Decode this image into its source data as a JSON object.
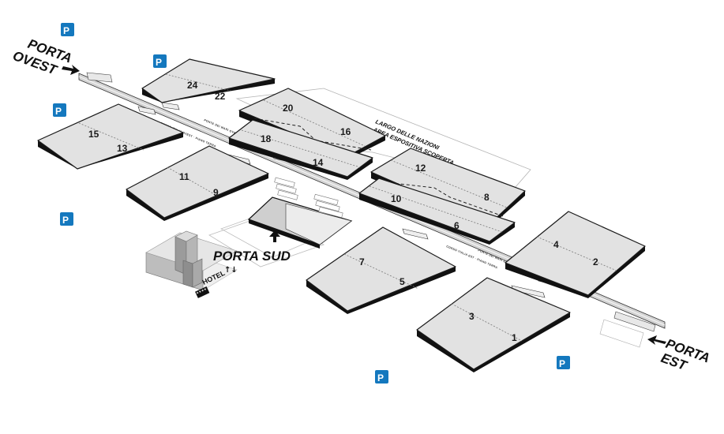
{
  "gates": {
    "ovest": [
      "PORTA",
      "OVEST"
    ],
    "sud": [
      "PORTA SUD",
      "↑↓"
    ],
    "est": [
      "PORTA",
      "EST"
    ]
  },
  "corridors": {
    "ovest": "CORSO ITALIA OVEST · PIANO TERRA",
    "ovest_bridge": "PONTE DEI MARI OVEST · I PIANO",
    "est": "CORSO ITALIA EST · PIANO TERRA",
    "est_bridge": "PONTE DEI MARI EST · I PIANO"
  },
  "open_area": {
    "title": "LARGO DELLE NAZIONI",
    "subtitle": "AREA ESPOSITIVA SCOPERTA"
  },
  "hotel": {
    "label": "HOTEL",
    "badge": "★★★★"
  },
  "parking_label": "P",
  "halls": [
    {
      "id": "h24",
      "num": "24"
    },
    {
      "id": "h22",
      "num": "22"
    },
    {
      "id": "h15",
      "num": "15"
    },
    {
      "id": "h13",
      "num": "13"
    },
    {
      "id": "h20",
      "num": "20"
    },
    {
      "id": "h16",
      "num": "16"
    },
    {
      "id": "h18",
      "num": "18"
    },
    {
      "id": "h14",
      "num": "14"
    },
    {
      "id": "h11",
      "num": "11"
    },
    {
      "id": "h9",
      "num": "9"
    },
    {
      "id": "h12",
      "num": "12"
    },
    {
      "id": "h8",
      "num": "8"
    },
    {
      "id": "h10",
      "num": "10"
    },
    {
      "id": "h6",
      "num": "6"
    },
    {
      "id": "h7",
      "num": "7"
    },
    {
      "id": "h5",
      "num": "5"
    },
    {
      "id": "h4",
      "num": "4"
    },
    {
      "id": "h2",
      "num": "2"
    },
    {
      "id": "h3",
      "num": "3"
    },
    {
      "id": "h1",
      "num": "1"
    }
  ]
}
